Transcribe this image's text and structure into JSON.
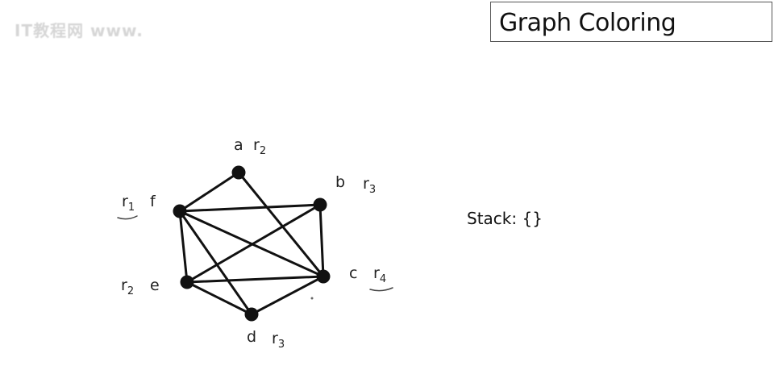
{
  "watermark": "IT教程网 www.",
  "title": "Graph Coloring",
  "stack": {
    "label": "Stack:",
    "contents": "{}"
  },
  "graph": {
    "nodes": [
      {
        "id": "a",
        "label": "a",
        "register": "r",
        "register_num": "2",
        "underlined": false
      },
      {
        "id": "b",
        "label": "b",
        "register": "r",
        "register_num": "3",
        "underlined": false
      },
      {
        "id": "c",
        "label": "c",
        "register": "r",
        "register_num": "4",
        "underlined": true
      },
      {
        "id": "d",
        "label": "d",
        "register": "r",
        "register_num": "3",
        "underlined": false
      },
      {
        "id": "e",
        "label": "e",
        "register": "r",
        "register_num": "2",
        "underlined": false
      },
      {
        "id": "f",
        "label": "f",
        "register": "r",
        "register_num": "1",
        "underlined": true
      }
    ],
    "edges": [
      [
        "a",
        "f"
      ],
      [
        "a",
        "c"
      ],
      [
        "f",
        "b"
      ],
      [
        "f",
        "c"
      ],
      [
        "f",
        "d"
      ],
      [
        "f",
        "e"
      ],
      [
        "b",
        "e"
      ],
      [
        "b",
        "c"
      ],
      [
        "e",
        "c"
      ],
      [
        "e",
        "d"
      ],
      [
        "d",
        "c"
      ]
    ]
  }
}
